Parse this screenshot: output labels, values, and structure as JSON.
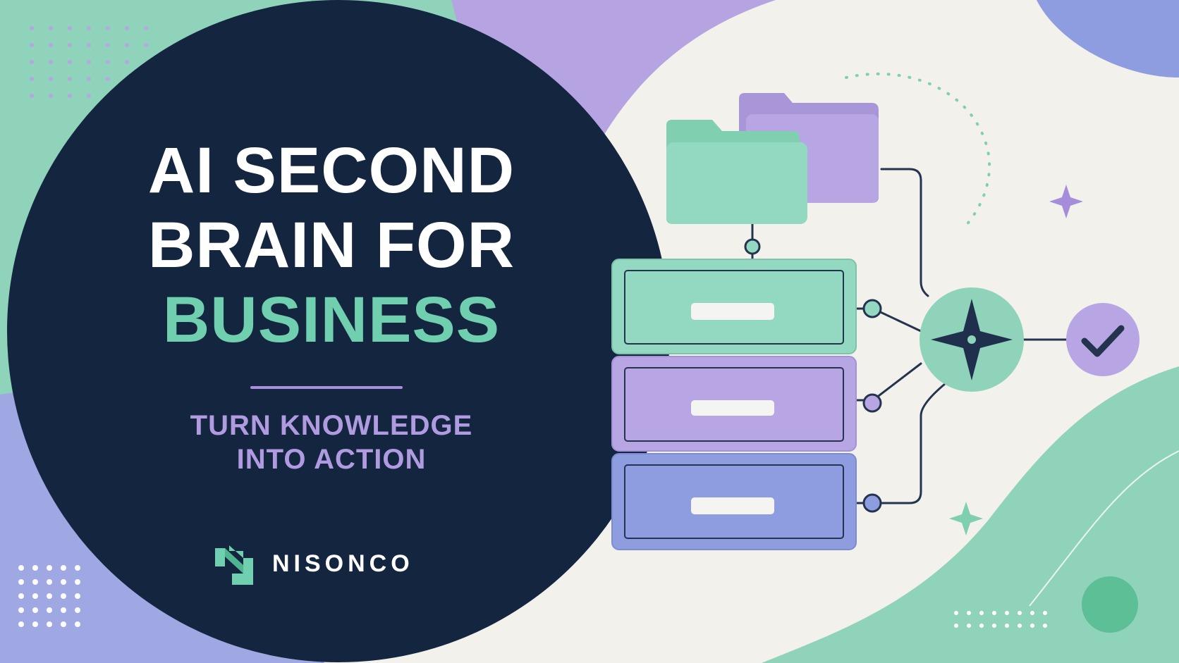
{
  "headline": {
    "line1": "AI SECOND",
    "line2": "BRAIN FOR",
    "line3": "BUSINESS"
  },
  "tagline": {
    "line1": "TURN KNOWLEDGE",
    "line2": "INTO ACTION"
  },
  "brand": {
    "name": "NISONCO"
  },
  "colors": {
    "navy": "#14253f",
    "mint": "#8fd3bb",
    "mint_text": "#6fcfae",
    "lavender": "#b6a3e2",
    "periwinkle": "#8e9ddf",
    "cream": "#f3f1ec"
  },
  "icons": [
    "folder-icon",
    "file-cabinet-icon",
    "compass-star-icon",
    "checkmark-icon",
    "sparkle-icon",
    "nisonco-logo-icon"
  ]
}
